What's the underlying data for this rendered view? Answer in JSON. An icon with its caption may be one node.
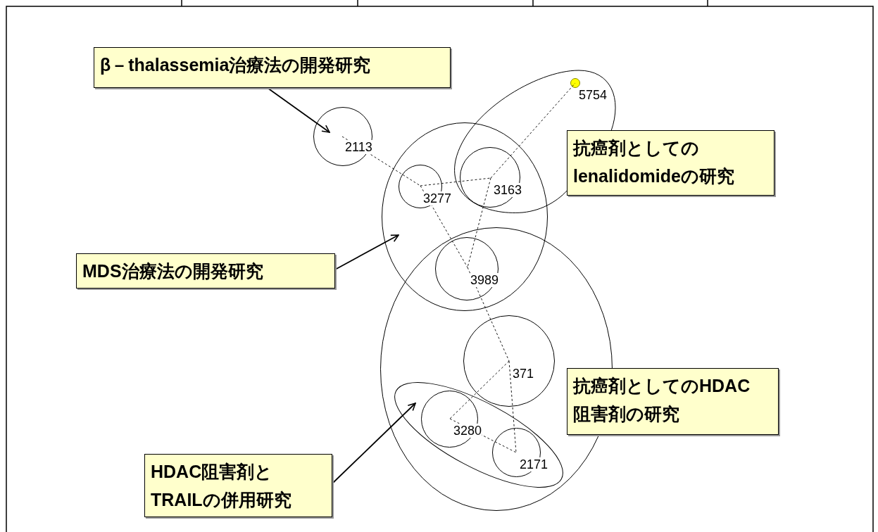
{
  "diagram": {
    "nodes": [
      {
        "text": [
          "β－thalassemia治療法の開発研究"
        ]
      },
      {
        "text": [],
        "shape": "ellipse"
      },
      {
        "text": [
          "5754"
        ],
        "in": 1
      },
      {
        "text": [
          "2113"
        ]
      },
      {
        "text": [
          "抗癌剤としてのlenalidomideの研究"
        ]
      },
      {
        "text": [],
        "shape": "ellipse"
      },
      {
        "text": [
          "3277"
        ],
        "in": 5
      },
      {
        "text": [
          "3163"
        ]
      },
      {
        "text": [
          "3989"
        ]
      },
      {
        "text": [
          "MDS治療法の開発研究"
        ]
      },
      {
        "text": [],
        "shape": "ellipse"
      },
      {
        "text": [
          "371"
        ],
        "in": 10
      },
      {
        "text": [
          "抗癌剤としてのHDAC阻害剤の研究"
        ]
      },
      {
        "text": [],
        "shape": "ellipse",
        "in": 10
      },
      {
        "text": [
          "3280"
        ],
        "in": 13
      },
      {
        "text": [
          "2171"
        ],
        "in": 13
      },
      {
        "text": [
          "HDAC阻害剤とTRAILの併用研究"
        ]
      }
    ],
    "edges": [
      {
        "from": 3,
        "to": 6,
        "arrow": "none",
        "style": "dashed"
      },
      {
        "from": 6,
        "to": 7,
        "arrow": "none",
        "style": "dashed"
      },
      {
        "from": 7,
        "to": 2,
        "arrow": "none",
        "style": "dashed"
      },
      {
        "from": 6,
        "to": 8,
        "arrow": "none",
        "style": "dashed"
      },
      {
        "from": 7,
        "to": 8,
        "arrow": "none",
        "style": "dashed"
      },
      {
        "from": 8,
        "to": 11,
        "arrow": "none",
        "style": "dashed"
      },
      {
        "from": 11,
        "to": 14,
        "arrow": "none",
        "style": "dashed"
      },
      {
        "from": 11,
        "to": 15,
        "arrow": "none",
        "style": "dashed"
      },
      {
        "from": 14,
        "to": 15,
        "arrow": "none",
        "style": "dashed"
      },
      {
        "from": 0,
        "to": 3,
        "arrow": "to"
      },
      {
        "from": 9,
        "to": 5,
        "arrow": "to"
      },
      {
        "from": 16,
        "to": 13,
        "arrow": "to"
      }
    ]
  }
}
